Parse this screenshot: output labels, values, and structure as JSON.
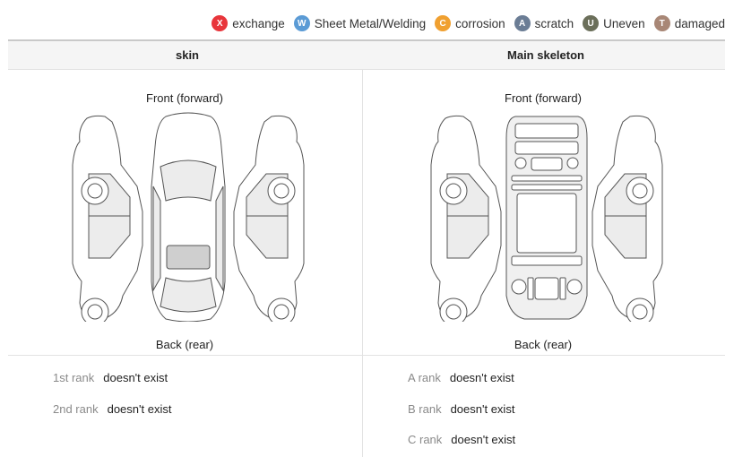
{
  "legend": [
    {
      "icon": "x-icon",
      "symbol": "X",
      "label": "exchange",
      "color": "#e8353b"
    },
    {
      "icon": "w-icon",
      "symbol": "W",
      "label": "Sheet Metal/Welding",
      "color": "#5b9bd5"
    },
    {
      "icon": "c-icon",
      "symbol": "C",
      "label": "corrosion",
      "color": "#f0a030"
    },
    {
      "icon": "a-icon",
      "symbol": "A",
      "label": "scratch",
      "color": "#6b7d95"
    },
    {
      "icon": "u-icon",
      "symbol": "U",
      "label": "Uneven",
      "color": "#6b6f5a"
    },
    {
      "icon": "t-icon",
      "symbol": "T",
      "label": "damaged",
      "color": "#a88776"
    }
  ],
  "columns": {
    "skin": "skin",
    "skeleton": "Main skeleton"
  },
  "captions": {
    "front": "Front (forward)",
    "back": "Back (rear)"
  },
  "skin_ranks": [
    {
      "label": "1st rank",
      "value": "doesn't exist"
    },
    {
      "label": "2nd rank",
      "value": "doesn't exist"
    }
  ],
  "skeleton_ranks": [
    {
      "label": "A rank",
      "value": "doesn't exist"
    },
    {
      "label": "B rank",
      "value": "doesn't exist"
    },
    {
      "label": "C rank",
      "value": "doesn't exist"
    }
  ]
}
